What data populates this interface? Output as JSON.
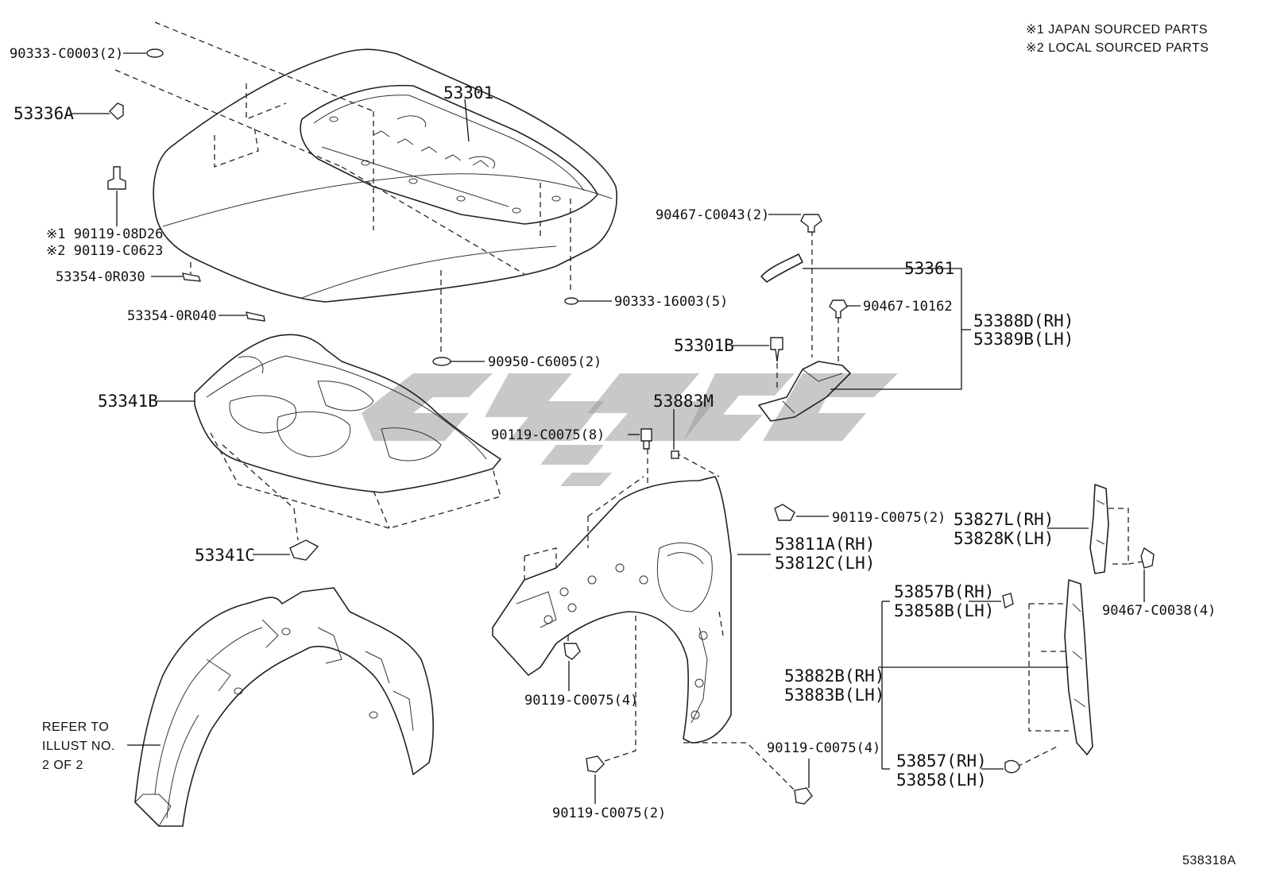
{
  "notes": {
    "japan": "※1 JAPAN SOURCED PARTS",
    "local": "※2 LOCAL SOURCED PARTS"
  },
  "refer": {
    "line1": "REFER TO",
    "line2": "ILLUST NO.",
    "line3": "2 OF 2"
  },
  "illustration_id": "538318A",
  "labels": {
    "p53301": "53301",
    "p90333_c0003": "90333-C0003(2)",
    "p53336a": "53336A",
    "p90119_08d26": "※1 90119-08D26",
    "p90119_c0623": "※2 90119-C0623",
    "p53354_0r030": "53354-0R030",
    "p53354_0r040": "53354-0R040",
    "p90333_16003": "90333-16003(5)",
    "p90950_c6005": "90950-C6005(2)",
    "p53341b": "53341B",
    "p53341c": "53341C",
    "p90467_c0043": "90467-C0043(2)",
    "p53361": "53361",
    "p90467_10162": "90467-10162",
    "p53388d": "53388D(RH)",
    "p53389b": "53389B(LH)",
    "p53301b": "53301B",
    "p53883m": "53883M",
    "p90119_c0075_8": "90119-C0075(8)",
    "p90119_c0075_2a": "90119-C0075(2)",
    "p53811a": "53811A(RH)",
    "p53812c": "53812C(LH)",
    "p90119_c0075_4a": "90119-C0075(4)",
    "p90119_c0075_4b": "90119-C0075(4)",
    "p90119_c0075_2b": "90119-C0075(2)",
    "p53827l": "53827L(RH)",
    "p53828k": "53828K(LH)",
    "p90467_c0038": "90467-C0038(4)",
    "p53857b": "53857B(RH)",
    "p53858b": "53858B(LH)",
    "p53882b": "53882B(RH)",
    "p53883b": "53883B(LH)",
    "p53857": "53857(RH)",
    "p53858": "53858(LH)"
  }
}
